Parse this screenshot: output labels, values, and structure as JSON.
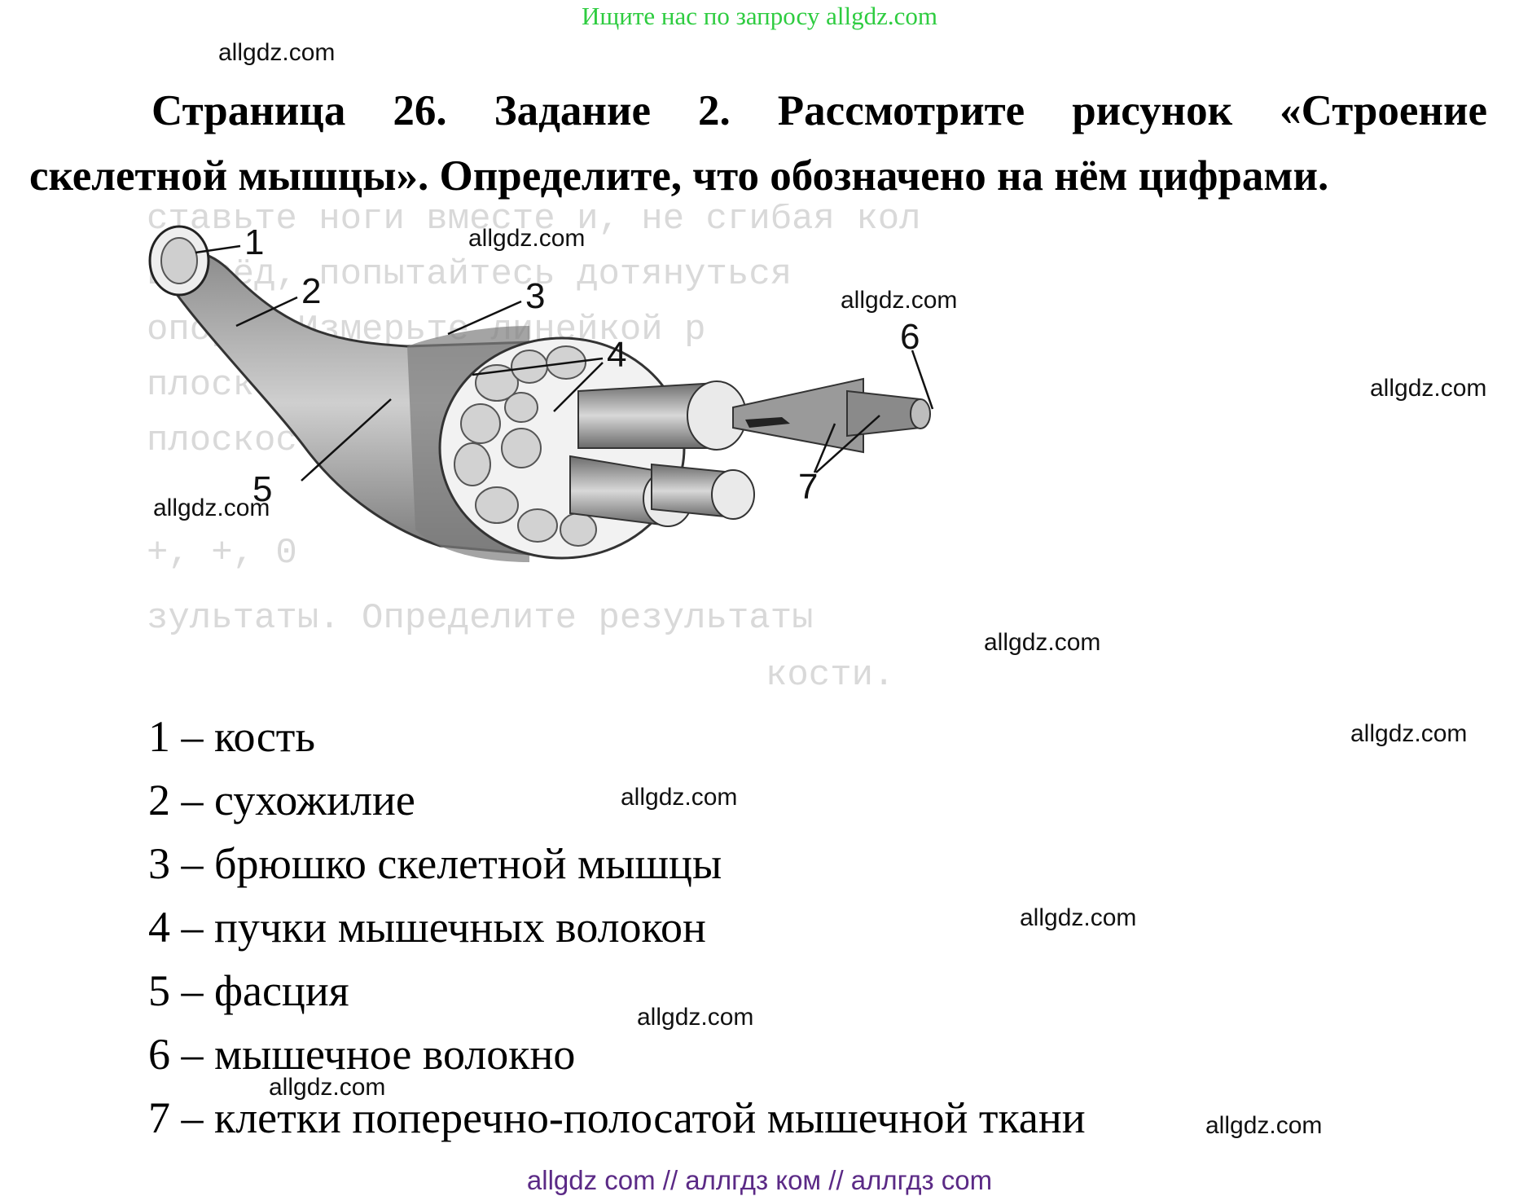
{
  "top_banner": "Ищите нас по запросу allgdz.com",
  "watermark": "allgdz.com",
  "heading": {
    "line1": "Страница 26. Задание 2. Рассмотрите рисунок «Строение",
    "line2": "скелетной мышцы». Определите, что обозначено на нём цифрами."
  },
  "figure": {
    "labels": [
      "1",
      "2",
      "3",
      "4",
      "5",
      "6",
      "7"
    ],
    "background_text": [
      "ставьте ноги вместе и, не сгибая кол",
      "вперёд, попытайтесь дотянуться",
      "опоры. Измерьте линейкой р",
      "плоскости опоры",
      "плоскости",
      "+, +, 0",
      "зультаты. Определите результаты",
      "кости."
    ]
  },
  "answers": [
    "1 – кость",
    "2 – сухожилие",
    "3 – брюшко скелетной мышцы",
    "4 – пучки мышечных волокон",
    "5 – фасция",
    "6 – мышечное волокно",
    "7 – клетки поперечно-полосатой мышечной ткани"
  ],
  "footer": "allgdz com  //  аллгдз ком  //  аллгдз com",
  "colors": {
    "banner": "#2ecc40",
    "footer": "#5b2a86"
  }
}
